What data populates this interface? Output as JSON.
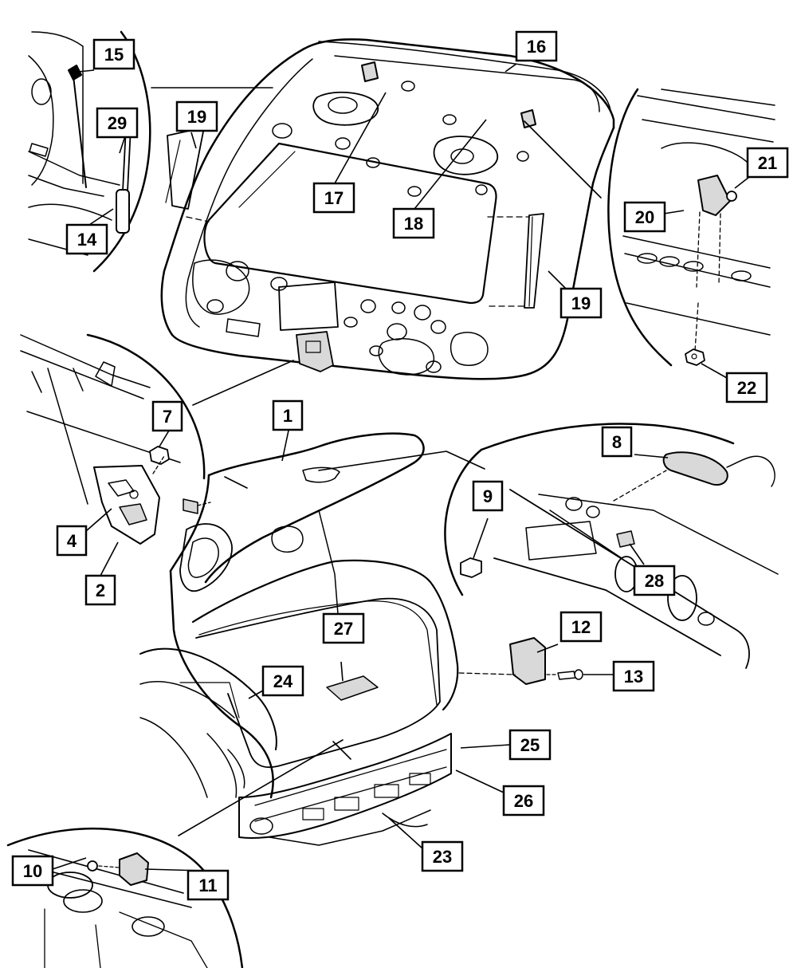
{
  "diagram": {
    "callouts": [
      {
        "id": "c1",
        "label": "1"
      },
      {
        "id": "c2",
        "label": "2"
      },
      {
        "id": "c4",
        "label": "4"
      },
      {
        "id": "c7",
        "label": "7"
      },
      {
        "id": "c8",
        "label": "8"
      },
      {
        "id": "c9",
        "label": "9"
      },
      {
        "id": "c10",
        "label": "10"
      },
      {
        "id": "c11",
        "label": "11"
      },
      {
        "id": "c12",
        "label": "12"
      },
      {
        "id": "c13",
        "label": "13"
      },
      {
        "id": "c14",
        "label": "14"
      },
      {
        "id": "c15",
        "label": "15"
      },
      {
        "id": "c16",
        "label": "16"
      },
      {
        "id": "c17",
        "label": "17"
      },
      {
        "id": "c18",
        "label": "18"
      },
      {
        "id": "c19a",
        "label": "19"
      },
      {
        "id": "c19b",
        "label": "19"
      },
      {
        "id": "c20",
        "label": "20"
      },
      {
        "id": "c21",
        "label": "21"
      },
      {
        "id": "c22",
        "label": "22"
      },
      {
        "id": "c23",
        "label": "23"
      },
      {
        "id": "c24",
        "label": "24"
      },
      {
        "id": "c25",
        "label": "25"
      },
      {
        "id": "c26",
        "label": "26"
      },
      {
        "id": "c27",
        "label": "27"
      },
      {
        "id": "c28",
        "label": "28"
      },
      {
        "id": "c29",
        "label": "29"
      }
    ]
  }
}
